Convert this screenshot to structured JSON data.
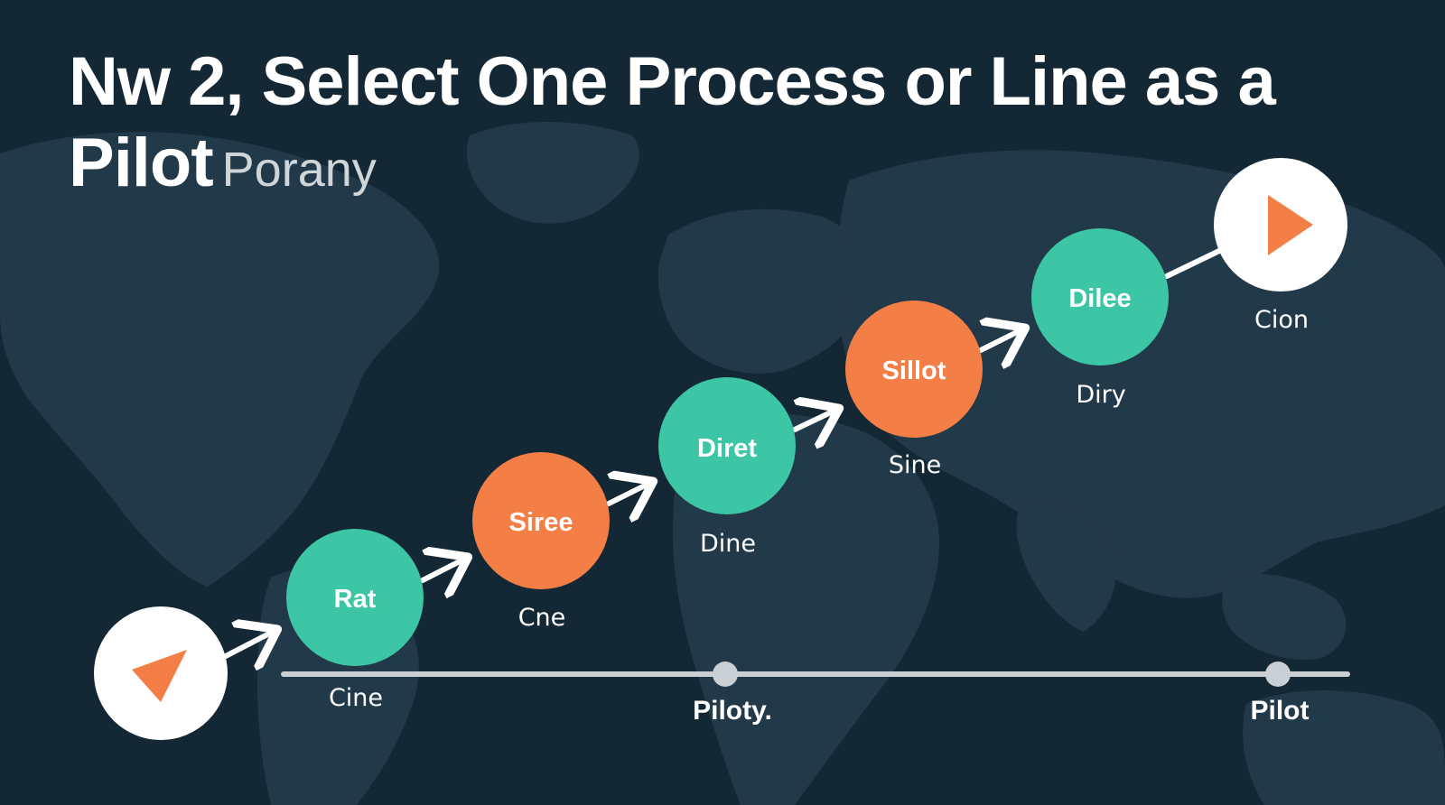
{
  "title": {
    "main": "Nw 2, Select One Process or Line as a Pilot",
    "subtitle": "Porany"
  },
  "colors": {
    "background": "#132734",
    "land": "#243d4b",
    "teal": "#3cc6a5",
    "orange": "#f47f46",
    "white": "#ffffff",
    "timeline": "#c9cfd2"
  },
  "start_icon": "play-triangle-icon",
  "end_icon": "play-triangle-icon",
  "steps": [
    {
      "label": "Rat",
      "caption": "Cine",
      "color": "teal"
    },
    {
      "label": "Siree",
      "caption": "Cne",
      "color": "orange"
    },
    {
      "label": "Diret",
      "caption": "Dine",
      "color": "teal"
    },
    {
      "label": "Sillot",
      "caption": "Sine",
      "color": "orange"
    },
    {
      "label": "Dilee",
      "caption": "Diry",
      "color": "teal"
    }
  ],
  "end_caption": "Cion",
  "timeline": {
    "markers": [
      "Piloty.",
      "Pilot"
    ]
  }
}
